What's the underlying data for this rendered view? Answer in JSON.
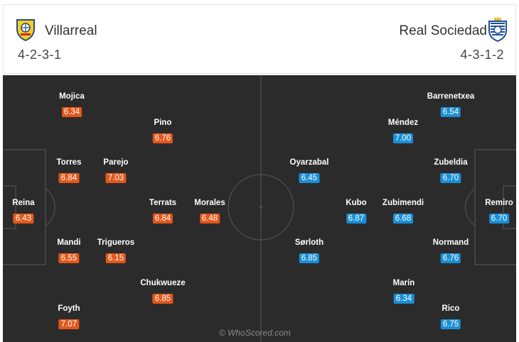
{
  "home": {
    "name": "Villarreal",
    "formation": "4-2-3-1",
    "accent": "#e4571b",
    "crest_icon": "villarreal-crest",
    "players": [
      {
        "name": "Mojica",
        "rating": "6.34"
      },
      {
        "name": "Pino",
        "rating": "6.76"
      },
      {
        "name": "Torres",
        "rating": "6.84"
      },
      {
        "name": "Parejo",
        "rating": "7.03"
      },
      {
        "name": "Reina",
        "rating": "6.43"
      },
      {
        "name": "Terrats",
        "rating": "6.84"
      },
      {
        "name": "Morales",
        "rating": "6.48"
      },
      {
        "name": "Mandi",
        "rating": "6.55"
      },
      {
        "name": "Trigueros",
        "rating": "6.15"
      },
      {
        "name": "Chukwueze",
        "rating": "6.85"
      },
      {
        "name": "Foyth",
        "rating": "7.07"
      }
    ]
  },
  "away": {
    "name": "Real Sociedad",
    "formation": "4-3-1-2",
    "accent": "#1b8fd6",
    "crest_icon": "real-sociedad-crest",
    "players": [
      {
        "name": "Barrenetxea",
        "rating": "6.54"
      },
      {
        "name": "Méndez",
        "rating": "7.00"
      },
      {
        "name": "Oyarzabal",
        "rating": "6.45"
      },
      {
        "name": "Zubeldia",
        "rating": "6.70"
      },
      {
        "name": "Kubo",
        "rating": "6.87"
      },
      {
        "name": "Zubimendi",
        "rating": "6.68"
      },
      {
        "name": "Remiro",
        "rating": "6.70"
      },
      {
        "name": "Sørloth",
        "rating": "6.85"
      },
      {
        "name": "Normand",
        "rating": "6.76"
      },
      {
        "name": "Marín",
        "rating": "6.34"
      },
      {
        "name": "Rico",
        "rating": "6.75"
      }
    ]
  },
  "watermark": "© WhoScored.com"
}
